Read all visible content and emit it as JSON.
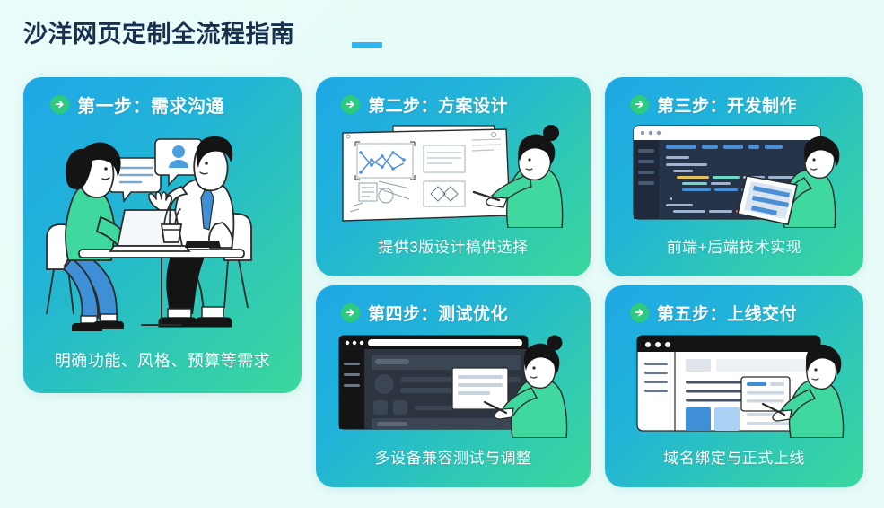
{
  "header": {
    "title": "沙洋网页定制全流程指南",
    "accent_color": "#2fb6ef",
    "title_color": "#17304f"
  },
  "theme": {
    "background": "#e8fbf8",
    "card_gradient_start": "#1fa8e6",
    "card_gradient_end": "#3ad79c",
    "badge_color": "#2ecb7e",
    "card_text_color": "#ffffff"
  },
  "cards": [
    {
      "id": "step-1",
      "badge_icon": "arrow-circle-icon",
      "title": "第一步：需求沟通",
      "caption": "明确功能、风格、预算等需求",
      "illustration": "two-people-meeting-at-table-with-laptop-and-chat-bubbles"
    },
    {
      "id": "step-2",
      "badge_icon": "arrow-circle-icon",
      "title": "第二步：方案设计",
      "caption": "提供3版设计稿供选择",
      "illustration": "woman-pointing-at-whiteboard-with-charts-and-wireframes"
    },
    {
      "id": "step-3",
      "badge_icon": "arrow-circle-icon",
      "title": "第三步：开发制作",
      "caption": "前端+后端技术实现",
      "illustration": "developer-with-tablet-in-front-of-dark-code-editor-window"
    },
    {
      "id": "step-4",
      "badge_icon": "arrow-circle-icon",
      "title": "第四步：测试优化",
      "caption": "多设备兼容测试与调整",
      "illustration": "woman-pointing-at-document-over-dark-dashboard-window"
    },
    {
      "id": "step-5",
      "badge_icon": "arrow-circle-icon",
      "title": "第五步：上线交付",
      "caption": "域名绑定与正式上线",
      "illustration": "man-pointing-at-card-over-light-browser-window"
    }
  ]
}
